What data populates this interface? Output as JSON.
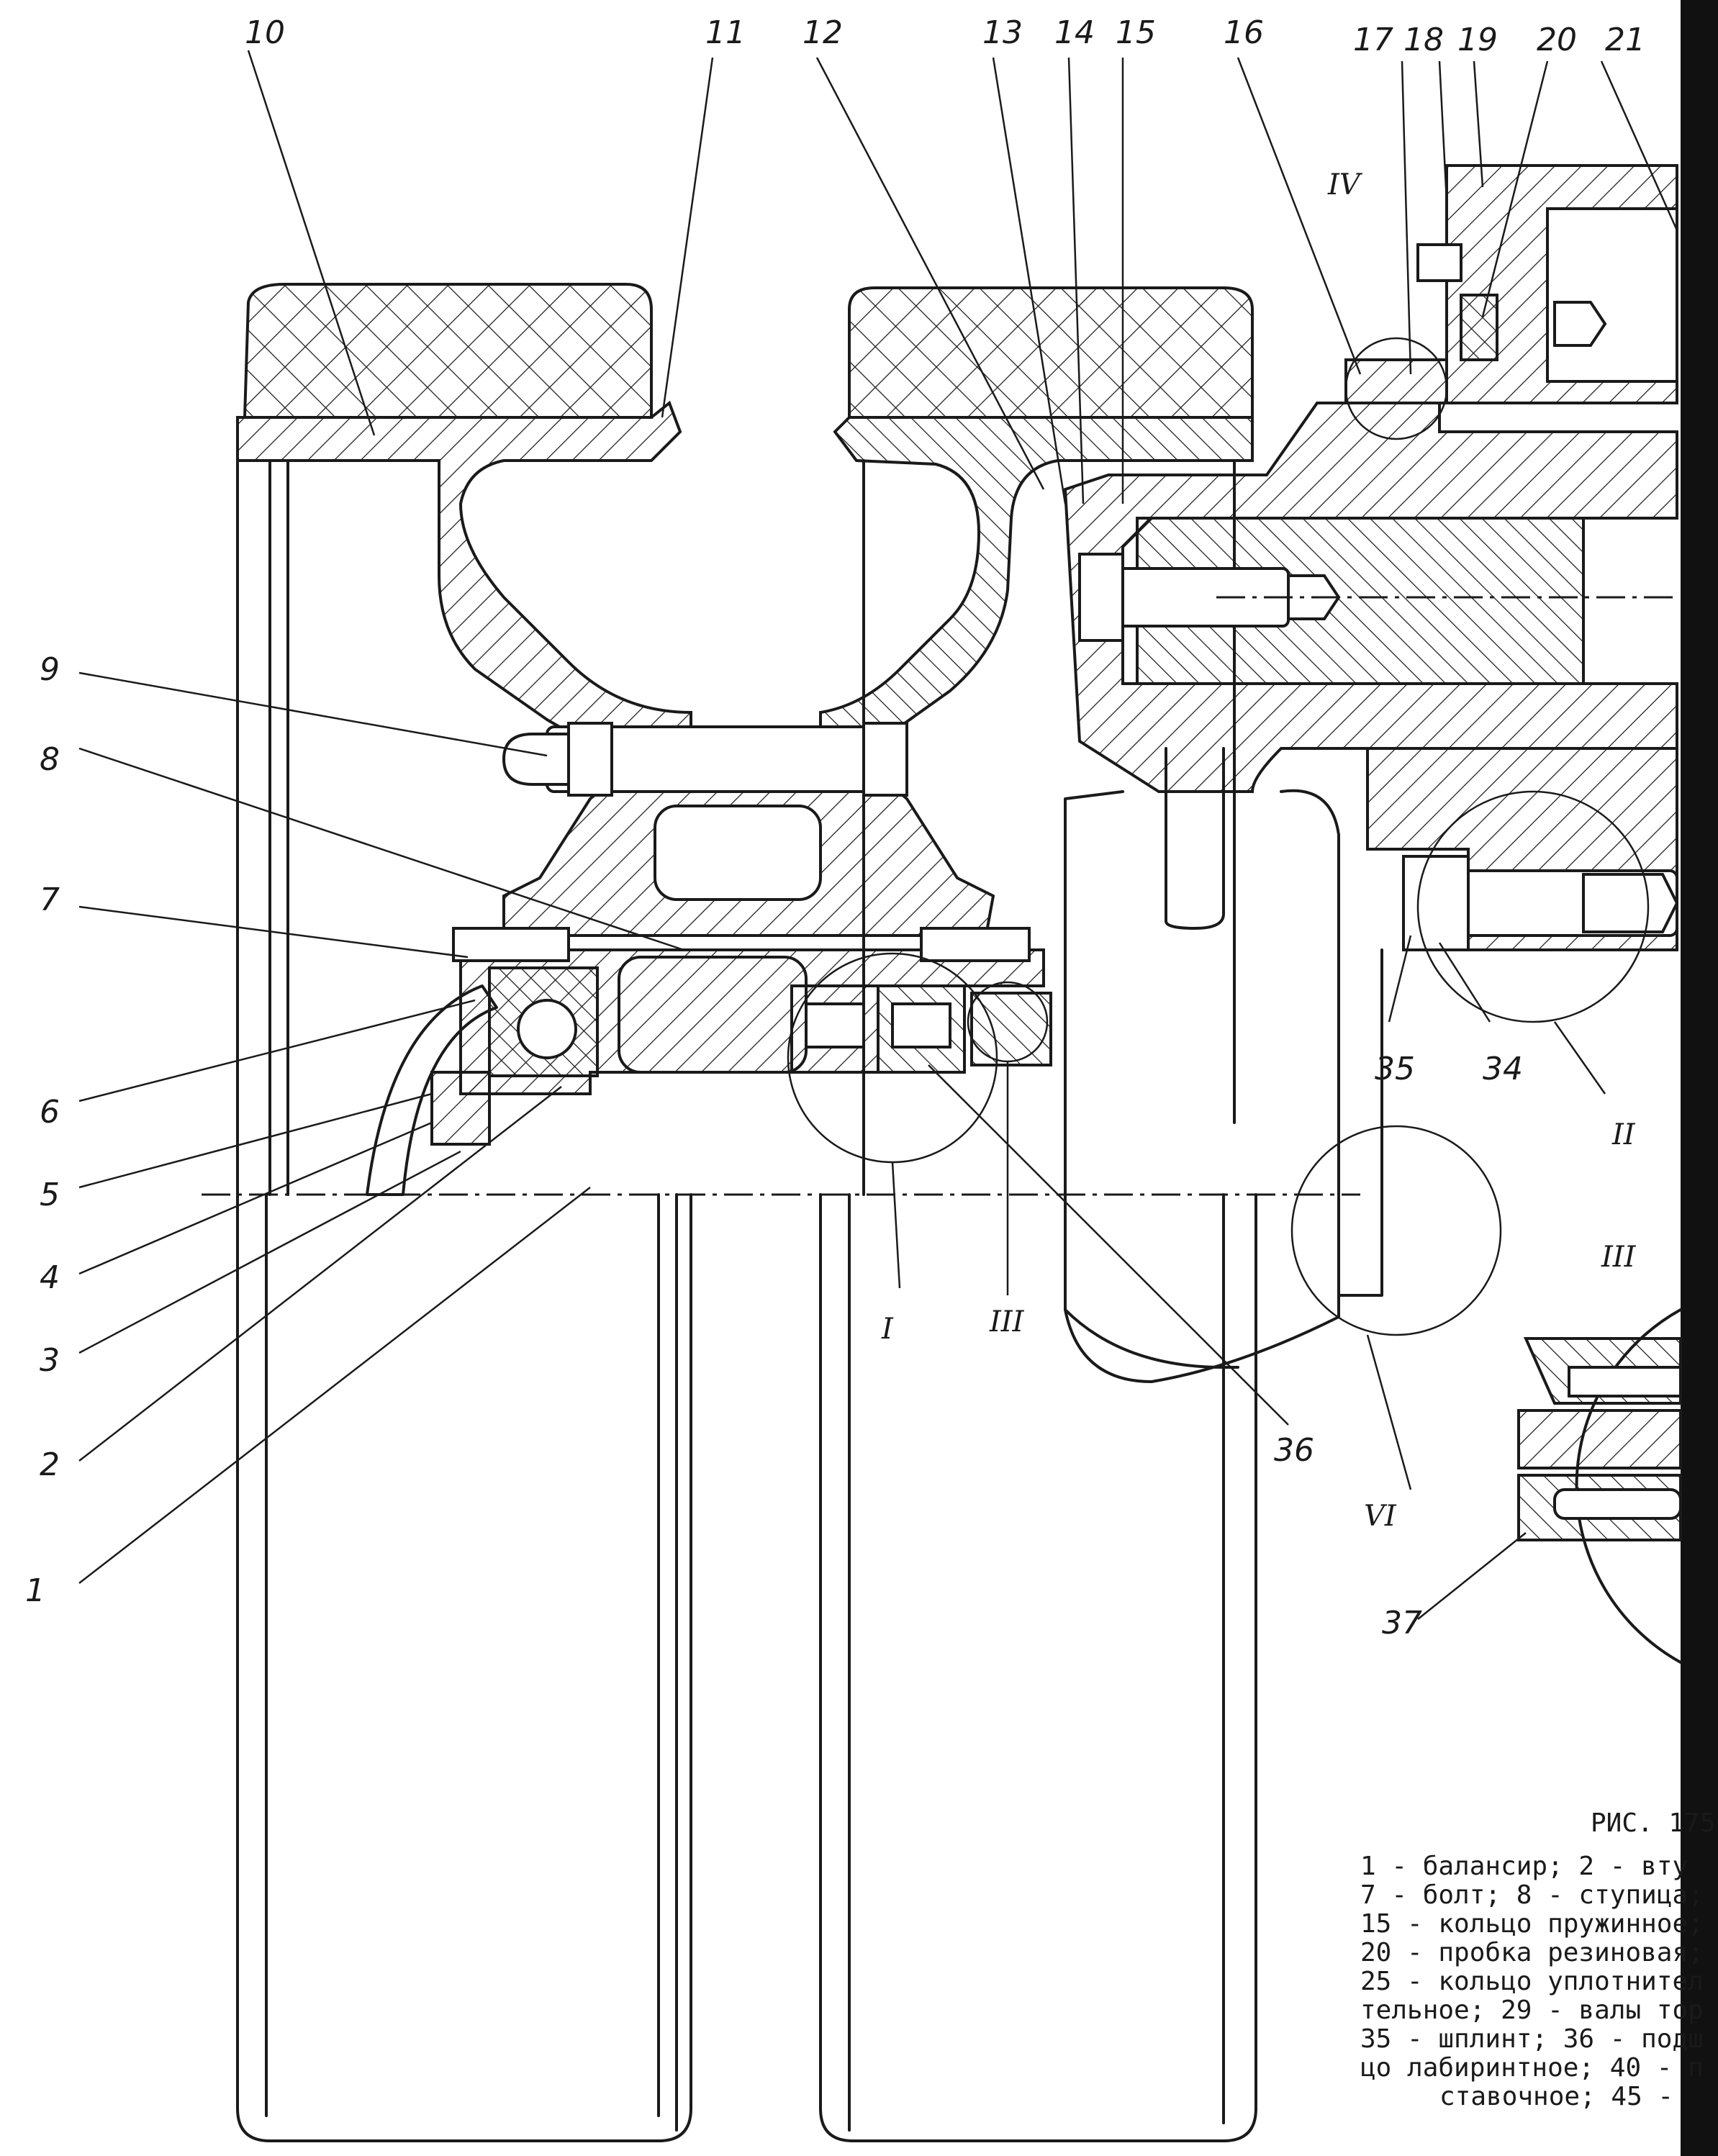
{
  "drawing": {
    "part_numbers": [
      "1",
      "2",
      "3",
      "4",
      "5",
      "6",
      "7",
      "8",
      "9",
      "10",
      "11",
      "12",
      "13",
      "14",
      "15",
      "16",
      "17",
      "18",
      "19",
      "20",
      "21",
      "34",
      "35",
      "36",
      "37"
    ],
    "detail_marks": [
      "I",
      "II",
      "III",
      "IV",
      "VI"
    ],
    "detail_title": "III",
    "figure_label": "РИС. 175",
    "caption_lines": [
      "1 - балансир; 2 - вту",
      "7 - болт; 8 - ступица;",
      "15 - кольцо пружинное;",
      "20 - пробка резиновая;",
      "25 - кольцо уплотнител",
      "тельное; 29 - валы тор",
      "35 - шплинт; 36 - подш",
      "цо лабиринтное; 40 - п",
      "ставочное; 45 -"
    ]
  },
  "colors": {
    "ink": "#1a1a1a",
    "paper": "#ffffff",
    "edge": "#111111"
  }
}
